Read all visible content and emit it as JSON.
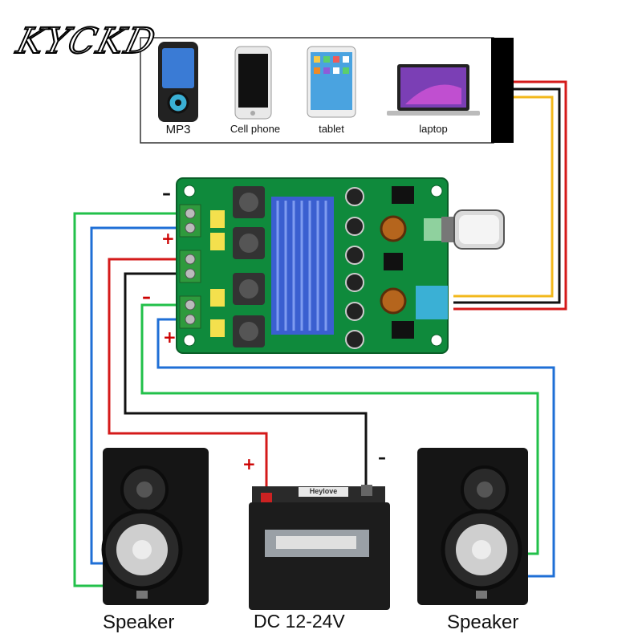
{
  "brand": {
    "logo_text": "KYCKD"
  },
  "sources": {
    "items": [
      {
        "name": "mp3",
        "label": "MP3"
      },
      {
        "name": "cell-phone",
        "label": "Cell phone"
      },
      {
        "name": "tablet",
        "label": "tablet"
      },
      {
        "name": "laptop",
        "label": "laptop"
      }
    ]
  },
  "board": {
    "terminals": [
      {
        "sign": "–",
        "color": "#cc0000"
      },
      {
        "sign": "+",
        "color": "#cc0000"
      },
      {
        "sign": "–",
        "color": "#cc0000"
      },
      {
        "sign": "+",
        "color": "#cc0000"
      }
    ]
  },
  "power": {
    "label": "DC 12-24V",
    "plus_sign": "+",
    "minus_sign": "–",
    "battery_brand": "Heylove"
  },
  "speakers": {
    "left_label": "Speaker",
    "right_label": "Speaker"
  },
  "wire_colors": {
    "red": "#d41a1a",
    "black": "#111111",
    "yellow": "#f2b81c",
    "green": "#22c04a",
    "blue": "#1f6fd6"
  }
}
